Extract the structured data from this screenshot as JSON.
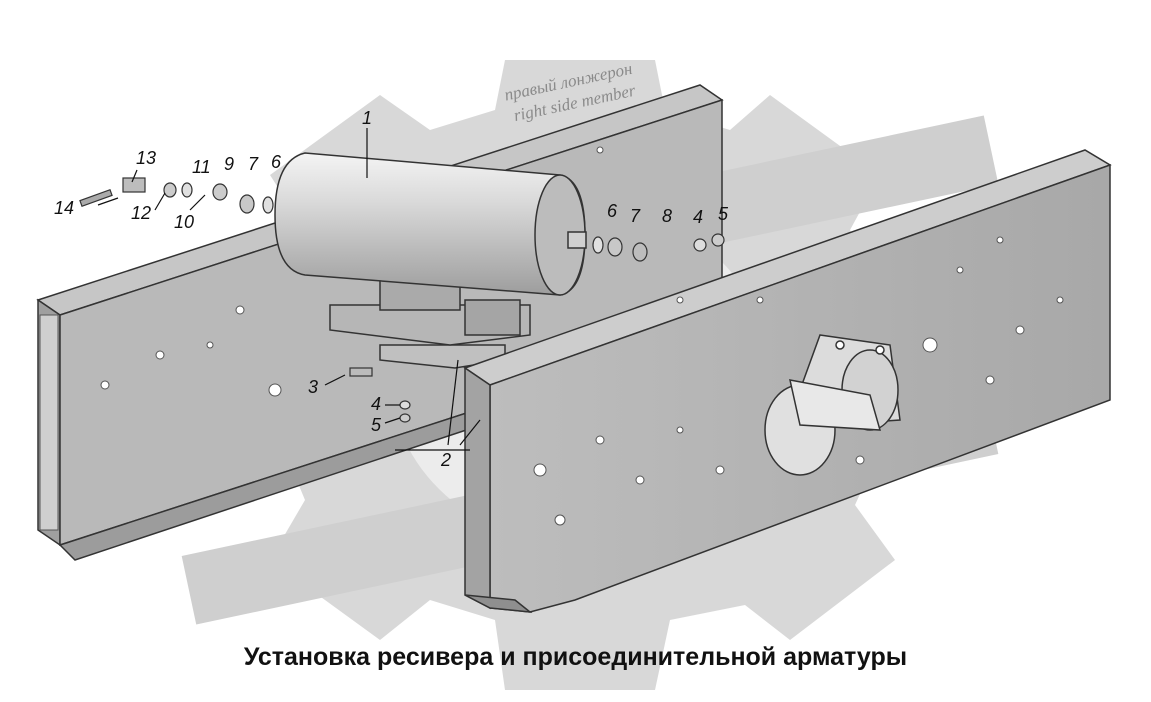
{
  "caption": "Установка ресивера и присоединительной арматуры",
  "side_member_note": {
    "ru": "правый лонжерон",
    "en": "right side member"
  },
  "callouts": [
    "1",
    "2",
    "3",
    "4",
    "5",
    "4",
    "5",
    "6",
    "7",
    "8",
    "6",
    "7",
    "9",
    "10",
    "11",
    "12",
    "13",
    "14"
  ]
}
